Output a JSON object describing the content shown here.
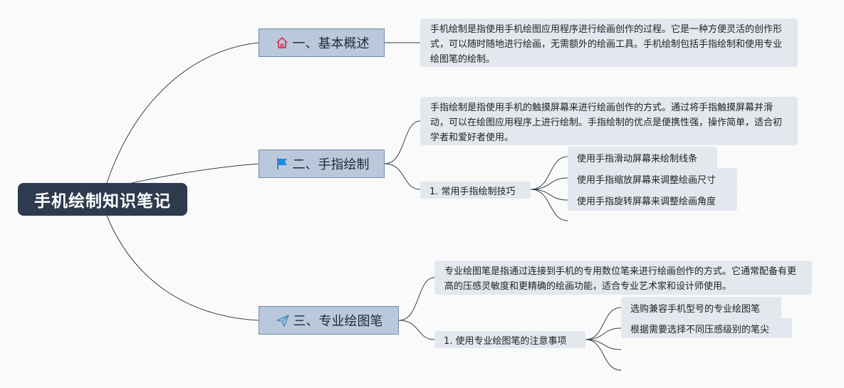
{
  "root": {
    "title": "手机绘制知识笔记"
  },
  "branches": [
    {
      "label": "一、基本概述",
      "icon": "home-icon",
      "icon_color": "#d9365e",
      "description": "手机绘制是指使用手机绘图应用程序进行绘画创作的过程。它是一种方便灵活的创作形式，可以随时随地进行绘画，无需额外的绘画工具。手机绘制包括手指绘制和使用专业绘图笔的绘制。"
    },
    {
      "label": "二、手指绘制",
      "icon": "flag-icon",
      "icon_color": "#1f8ad8",
      "description": "手指绘制是指使用手机的触摸屏幕来进行绘画创作的方式。通过将手指触摸屏幕并滑动，可以在绘图应用程序上进行绘制。手指绘制的优点是便携性强，操作简单，适合初学者和爱好者使用。",
      "subtopic": {
        "label": "1. 常用手指绘制技巧",
        "items": [
          "使用手指滑动屏幕来绘制线条",
          "使用手指缩放屏幕来调整绘画尺寸",
          "使用手指旋转屏幕来调整绘画角度",
          ""
        ]
      }
    },
    {
      "label": "三、专业绘图笔",
      "icon": "send-icon",
      "icon_color": "#4a90c8",
      "description": "专业绘图笔是指通过连接到手机的专用数位笔来进行绘画创作的方式。它通常配备有更高的压感灵敏度和更精确的绘画功能，适合专业艺术家和设计师使用。",
      "subtopic": {
        "label": "1. 使用专业绘图笔的注意事项",
        "items": [
          "选购兼容手机型号的专业绘图笔",
          "根据需要选择不同压感级别的笔尖",
          "",
          ""
        ]
      }
    }
  ]
}
